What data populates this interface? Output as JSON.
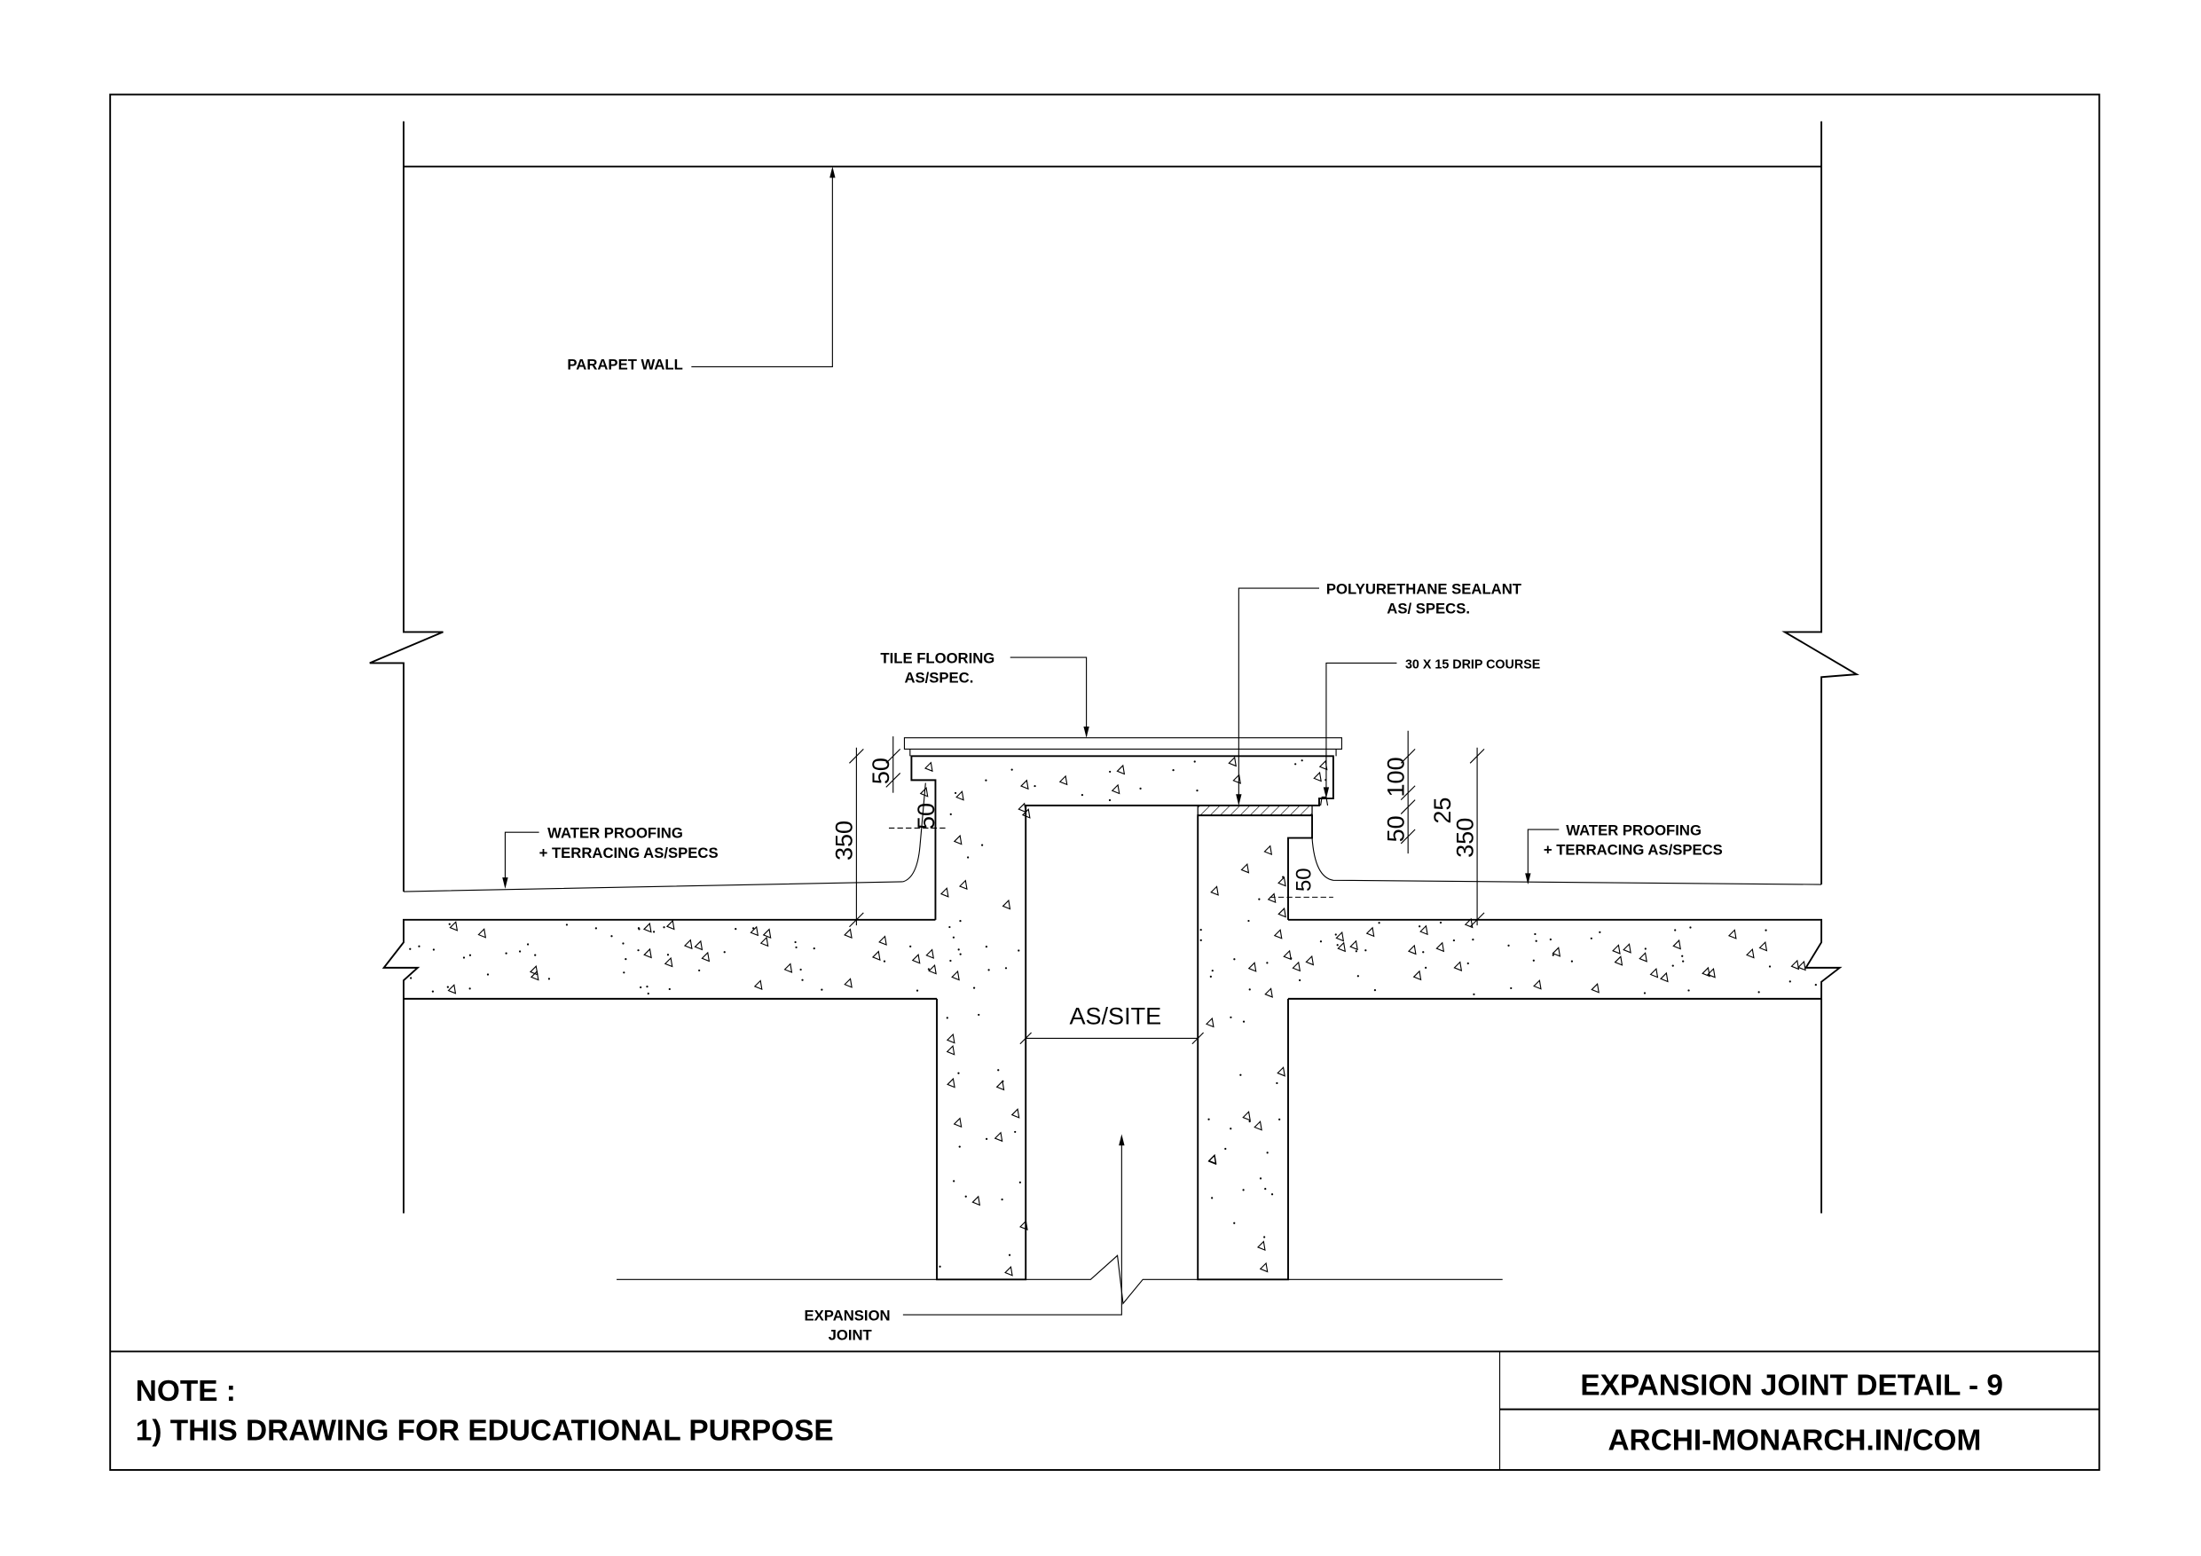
{
  "drawing": {
    "labels": {
      "parapet_wall": "PARAPET WALL",
      "tile_flooring_1": "TILE FLOORING",
      "tile_flooring_2": "AS/SPEC.",
      "sealant_1": "POLYURETHANE SEALANT",
      "sealant_2": "AS/ SPECS.",
      "drip_course": "30 X 15 DRIP COURSE",
      "wp_left_1": "WATER PROOFING",
      "wp_left_2": "+ TERRACING AS/SPECS",
      "wp_right_1": "WATER PROOFING",
      "wp_right_2": "+ TERRACING AS/SPECS",
      "expansion_1": "EXPANSION",
      "expansion_2": "JOINT",
      "gap": "AS/SITE"
    },
    "dimensions": {
      "left_350": "350",
      "left_50_top": "50",
      "left_50_side": "50",
      "right_50": "50",
      "right_100": "100",
      "right_25": "25",
      "right_350": "350",
      "right_50_side": "50"
    }
  },
  "title_block": {
    "note_heading": "NOTE :",
    "note_1": "1) THIS DRAWING FOR EDUCATIONAL PURPOSE",
    "title": "EXPANSION JOINT DETAIL - 9",
    "website": "ARCHI-MONARCH.IN/COM"
  }
}
